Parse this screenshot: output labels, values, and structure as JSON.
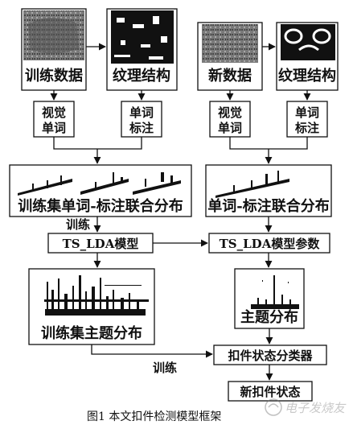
{
  "image_labels": {
    "train_data": "训练数据",
    "texture_left": "纹理结构",
    "new_data": "新数据",
    "texture_right": "纹理结构"
  },
  "word_boxes": {
    "visual_word_left": [
      "视觉",
      "单词"
    ],
    "word_annot_left": [
      "单词",
      "标注"
    ],
    "visual_word_right": [
      "视觉",
      "单词"
    ],
    "word_annot_right": [
      "单词",
      "标注"
    ]
  },
  "joint": {
    "left_label": "训练集单词-标注联合分布",
    "right_label": "单词-标注联合分布"
  },
  "model": {
    "train_label": "训练",
    "lda_model": "TS_LDA模型",
    "lda_params": "TS_LDA模型参数"
  },
  "topics": {
    "left_label": "训练集主题分布",
    "right_label": "主题分布"
  },
  "classifier": {
    "train_label": "训练",
    "name": "扣件状态分类器",
    "output": "新扣件状态"
  },
  "caption": "图1   本文扣件检测模型框架",
  "watermark": "电子发烧友",
  "colors": {
    "ink": "#111111",
    "background": "#ffffff"
  }
}
